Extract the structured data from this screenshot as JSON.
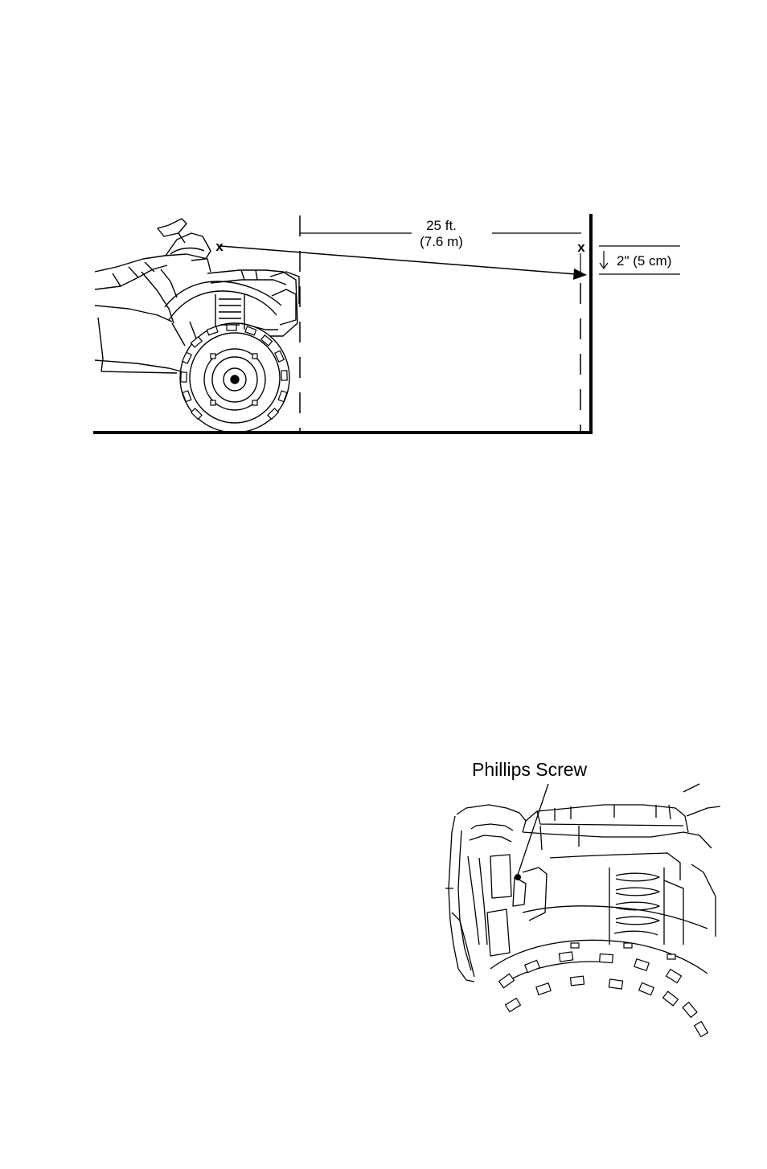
{
  "headlight_aim_diagram": {
    "distance_label_line1": "25 ft.",
    "distance_label_line2": "(7.6 m)",
    "drop_label": "2\" (5 cm)",
    "mark_label": "x",
    "wall_mark_label": "x"
  },
  "screw_diagram": {
    "callout_label": "Phillips Screw"
  }
}
